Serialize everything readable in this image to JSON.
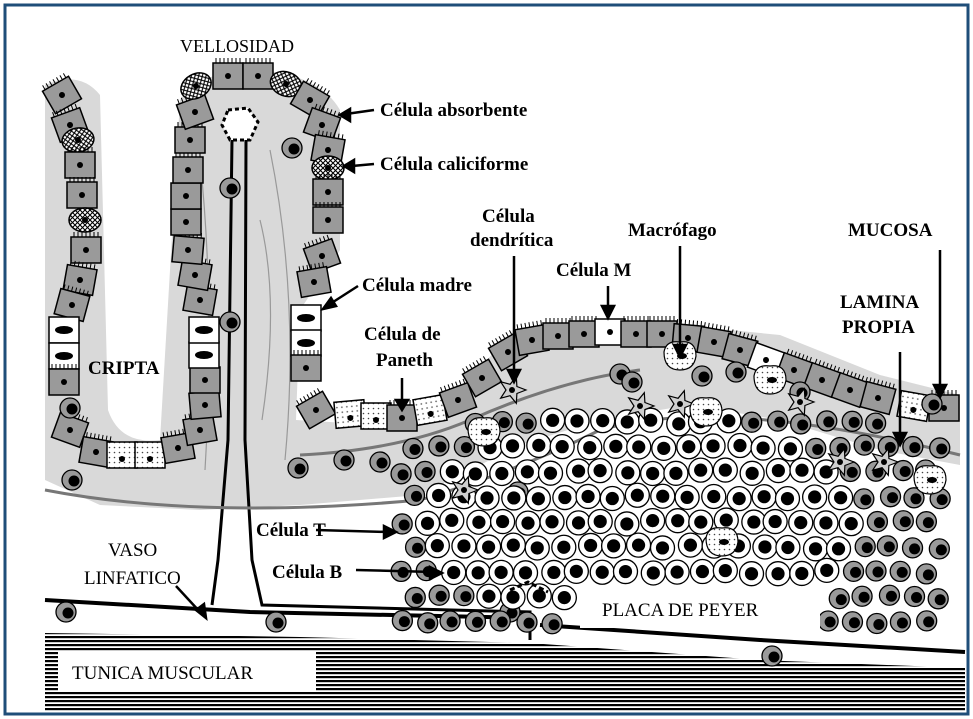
{
  "title": "VELLOSIDAD",
  "labels": {
    "absorbente": "Célula absorbente",
    "caliciforme": "Célula caliciforme",
    "madre": "Célula madre",
    "paneth_1": "Célula de",
    "paneth_2": "Paneth",
    "dendritica_1": "Célula",
    "dendritica_2": "dendrítica",
    "celula_m": "Célula M",
    "macrofago": "Macrófago",
    "mucosa": "MUCOSA",
    "lamina_1": "LAMINA",
    "lamina_2": "PROPIA",
    "cripta": "CRIPTA",
    "celula_t": "Célula T",
    "celula_b": "Célula B",
    "vaso_1": "VASO",
    "vaso_2": "LINFATICO",
    "placa": "PLACA DE PEYER",
    "tunica": "TUNICA MUSCULAR"
  },
  "colors": {
    "frame": "#1f4e79",
    "tissue": "#d9d9d9",
    "cell": "#9a9a9a",
    "outline": "#000000"
  }
}
